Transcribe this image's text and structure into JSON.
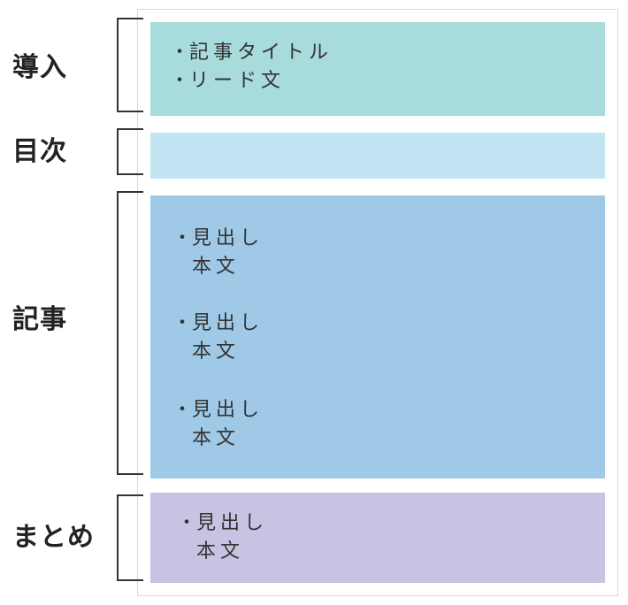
{
  "sections": {
    "intro": {
      "label": "導入",
      "items": [
        "記事タイトル",
        "リード文"
      ]
    },
    "toc": {
      "label": "目次"
    },
    "article": {
      "label": "記事",
      "groups": [
        {
          "heading": "見出し",
          "body": "本文"
        },
        {
          "heading": "見出し",
          "body": "本文"
        },
        {
          "heading": "見出し",
          "body": "本文"
        }
      ]
    },
    "summary": {
      "label": "まとめ",
      "groups": [
        {
          "heading": "見出し",
          "body": "本文"
        }
      ]
    }
  },
  "bullet_glyph": "・",
  "colors": {
    "intro_block": "#a8dcdc",
    "toc_block": "#c2e5f3",
    "article_block": "#9fc9e6",
    "summary_block": "#c9c2e2",
    "bracket": "#333333",
    "frame_border": "#d8d8d8"
  }
}
